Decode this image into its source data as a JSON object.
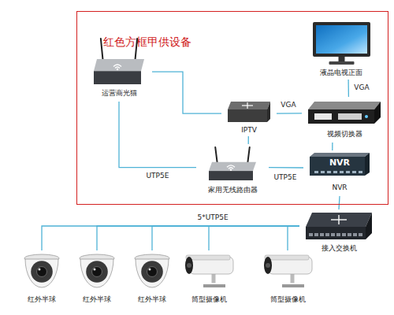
{
  "diagram": {
    "nodes": [
      {
        "text": [
          "红色方框甲供设备"
        ]
      },
      {
        "text": [
          "液晶电视正面"
        ],
        "in": 0
      },
      {
        "text": [
          "IPTV"
        ],
        "in": 0
      },
      {
        "text": [
          "视频切换器"
        ],
        "in": 0
      },
      {
        "text": [
          "运营商光猫"
        ],
        "in": 0
      },
      {
        "text": [
          "家用无线路由器"
        ],
        "in": 0
      },
      {
        "text": [
          "NVR",
          "NVR"
        ],
        "in": 0
      },
      {
        "text": [
          "接入交换机"
        ]
      },
      {
        "text": [
          "红外半球"
        ]
      },
      {
        "text": [
          "红外半球"
        ]
      },
      {
        "text": [
          "红外半球"
        ]
      },
      {
        "text": [
          "筒型摄像机"
        ]
      },
      {
        "text": [
          "筒型摄像机"
        ]
      }
    ],
    "edges": [
      {
        "from": 4,
        "to": 5,
        "label": "UTP5E",
        "arrow": "none"
      },
      {
        "from": 4,
        "to": 2,
        "arrow": "none"
      },
      {
        "from": 5,
        "to": 2,
        "arrow": "none"
      },
      {
        "from": 2,
        "to": 3,
        "label": "VGA",
        "arrow": "none"
      },
      {
        "from": 3,
        "to": 1,
        "label": "VGA",
        "arrow": "none"
      },
      {
        "from": 5,
        "to": 6,
        "label": "UTP5E",
        "arrow": "none"
      },
      {
        "from": 6,
        "to": 3,
        "arrow": "none"
      },
      {
        "from": 6,
        "to": 7,
        "arrow": "none"
      },
      {
        "from": 7,
        "to": 8,
        "label": "5*UTP5E",
        "arrow": "none"
      },
      {
        "from": 7,
        "to": 9,
        "arrow": "none"
      },
      {
        "from": 7,
        "to": 10,
        "arrow": "none"
      },
      {
        "from": 7,
        "to": 11,
        "arrow": "none"
      },
      {
        "from": 7,
        "to": 12,
        "arrow": "none"
      }
    ]
  }
}
